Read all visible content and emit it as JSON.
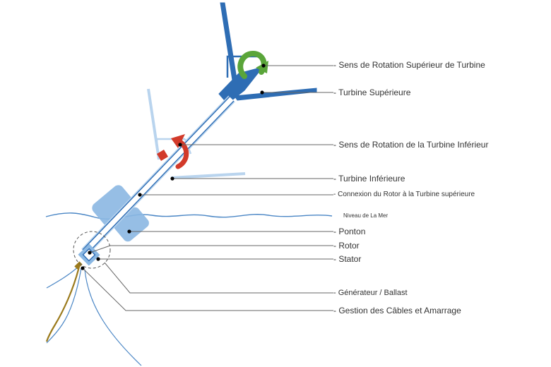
{
  "labels": {
    "upper_rotation": "- Sens de Rotation Supérieur de Turbine",
    "upper_turbine": "- Turbine Supérieure",
    "lower_rotation": "- Sens de Rotation de la Turbine Inférieur",
    "lower_turbine": "- Turbine Inférieure",
    "rotor_connection": "- Connexion du Rotor à la Turbine supérieure",
    "sea_level": "Niveau de La Mer",
    "pontoon": "- Ponton",
    "rotor": "- Rotor",
    "stator": "- Stator",
    "generator": "- Générateur / Ballast",
    "cables": "- Gestion des Câbles et Amarrage"
  },
  "colors": {
    "upper_turbine": "#2e6db4",
    "lower_turbine": "#b9d4ee",
    "pontoon": "#8bb8e3",
    "water": "#4a86c5",
    "upper_rotation_arrow": "#5aa53a",
    "lower_rotation_arrow": "#d23a2a",
    "anchor_line": "#9b7a1c",
    "leader_line": "#666666"
  }
}
